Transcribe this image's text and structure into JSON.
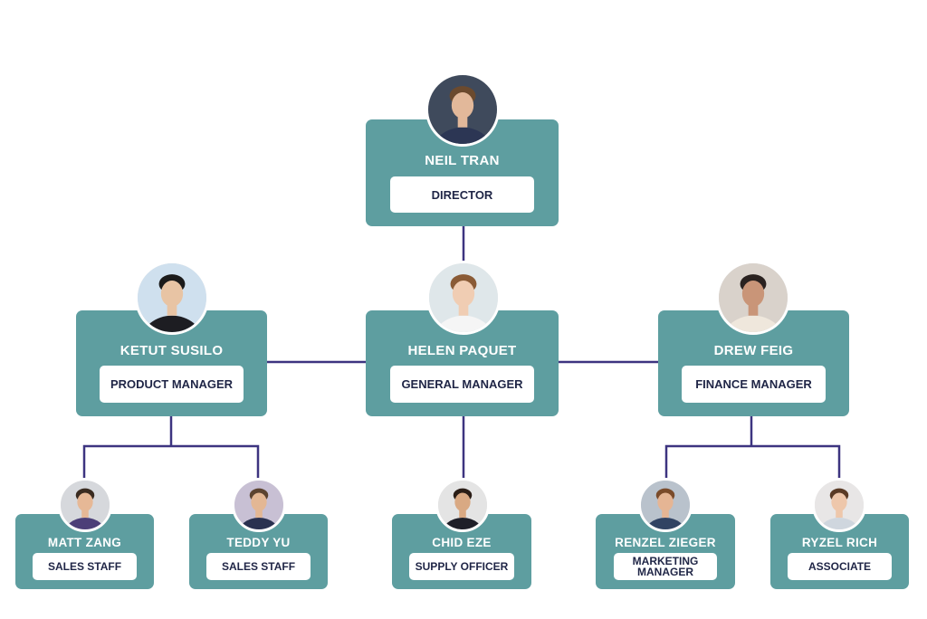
{
  "colors": {
    "card": "#5e9ea0",
    "connector": "#3d3480",
    "role_text": "#1f2546"
  },
  "people": {
    "director": {
      "name": "NEIL TRAN",
      "role": "DIRECTOR",
      "avatar": "man-glasses-suit-avatar",
      "bg": "#3f4a5c",
      "skin": "#e2b89a",
      "hair": "#6b4a2e",
      "shirt": "#2c3654"
    },
    "product": {
      "name": "KETUT SUSILO",
      "role": "PRODUCT MANAGER",
      "avatar": "man-suit-avatar",
      "bg": "#cfe0ee",
      "skin": "#e8c4a4",
      "hair": "#1b1b1b",
      "shirt": "#1d1d22"
    },
    "general": {
      "name": "HELEN PAQUET",
      "role": "GENERAL MANAGER",
      "avatar": "woman-headset-avatar",
      "bg": "#dfe7ea",
      "skin": "#f0cdb3",
      "hair": "#8a5b36",
      "shirt": "#f5f5f5"
    },
    "finance": {
      "name": "DREW FEIG",
      "role": "FINANCE MANAGER",
      "avatar": "man-smiling-avatar",
      "bg": "#d9d2cb",
      "skin": "#c99578",
      "hair": "#2a2220",
      "shirt": "#efe7dc"
    },
    "matt": {
      "name": "MATT ZANG",
      "role": "SALES STAFF",
      "avatar": "man-glasses-avatar",
      "bg": "#d6d8dc",
      "skin": "#e6b896",
      "hair": "#3a2b20",
      "shirt": "#4c3f78"
    },
    "teddy": {
      "name": "TEDDY YU",
      "role": "SALES STAFF",
      "avatar": "man-casual-avatar",
      "bg": "#c8c0d4",
      "skin": "#e3b794",
      "hair": "#5b4330",
      "shirt": "#2a3150"
    },
    "chid": {
      "name": "CHID EZE",
      "role": "SUPPLY OFFICER",
      "avatar": "woman-headset-avatar",
      "bg": "#e4e4e4",
      "skin": "#d9a983",
      "hair": "#2a1d16",
      "shirt": "#1f1f28"
    },
    "renzel": {
      "name": "RENZEL ZIEGER",
      "role": "MARKETING MANAGER",
      "avatar": "woman-hardhat-avatar",
      "bg": "#b9c2cc",
      "skin": "#e5b594",
      "hair": "#7a4b2a",
      "shirt": "#314363"
    },
    "ryzel": {
      "name": "RYZEL RICH",
      "role": "ASSOCIATE",
      "avatar": "woman-smiling-avatar",
      "bg": "#e8e6e6",
      "skin": "#eec7ab",
      "hair": "#5a3b26",
      "shirt": "#cfd6de"
    }
  }
}
